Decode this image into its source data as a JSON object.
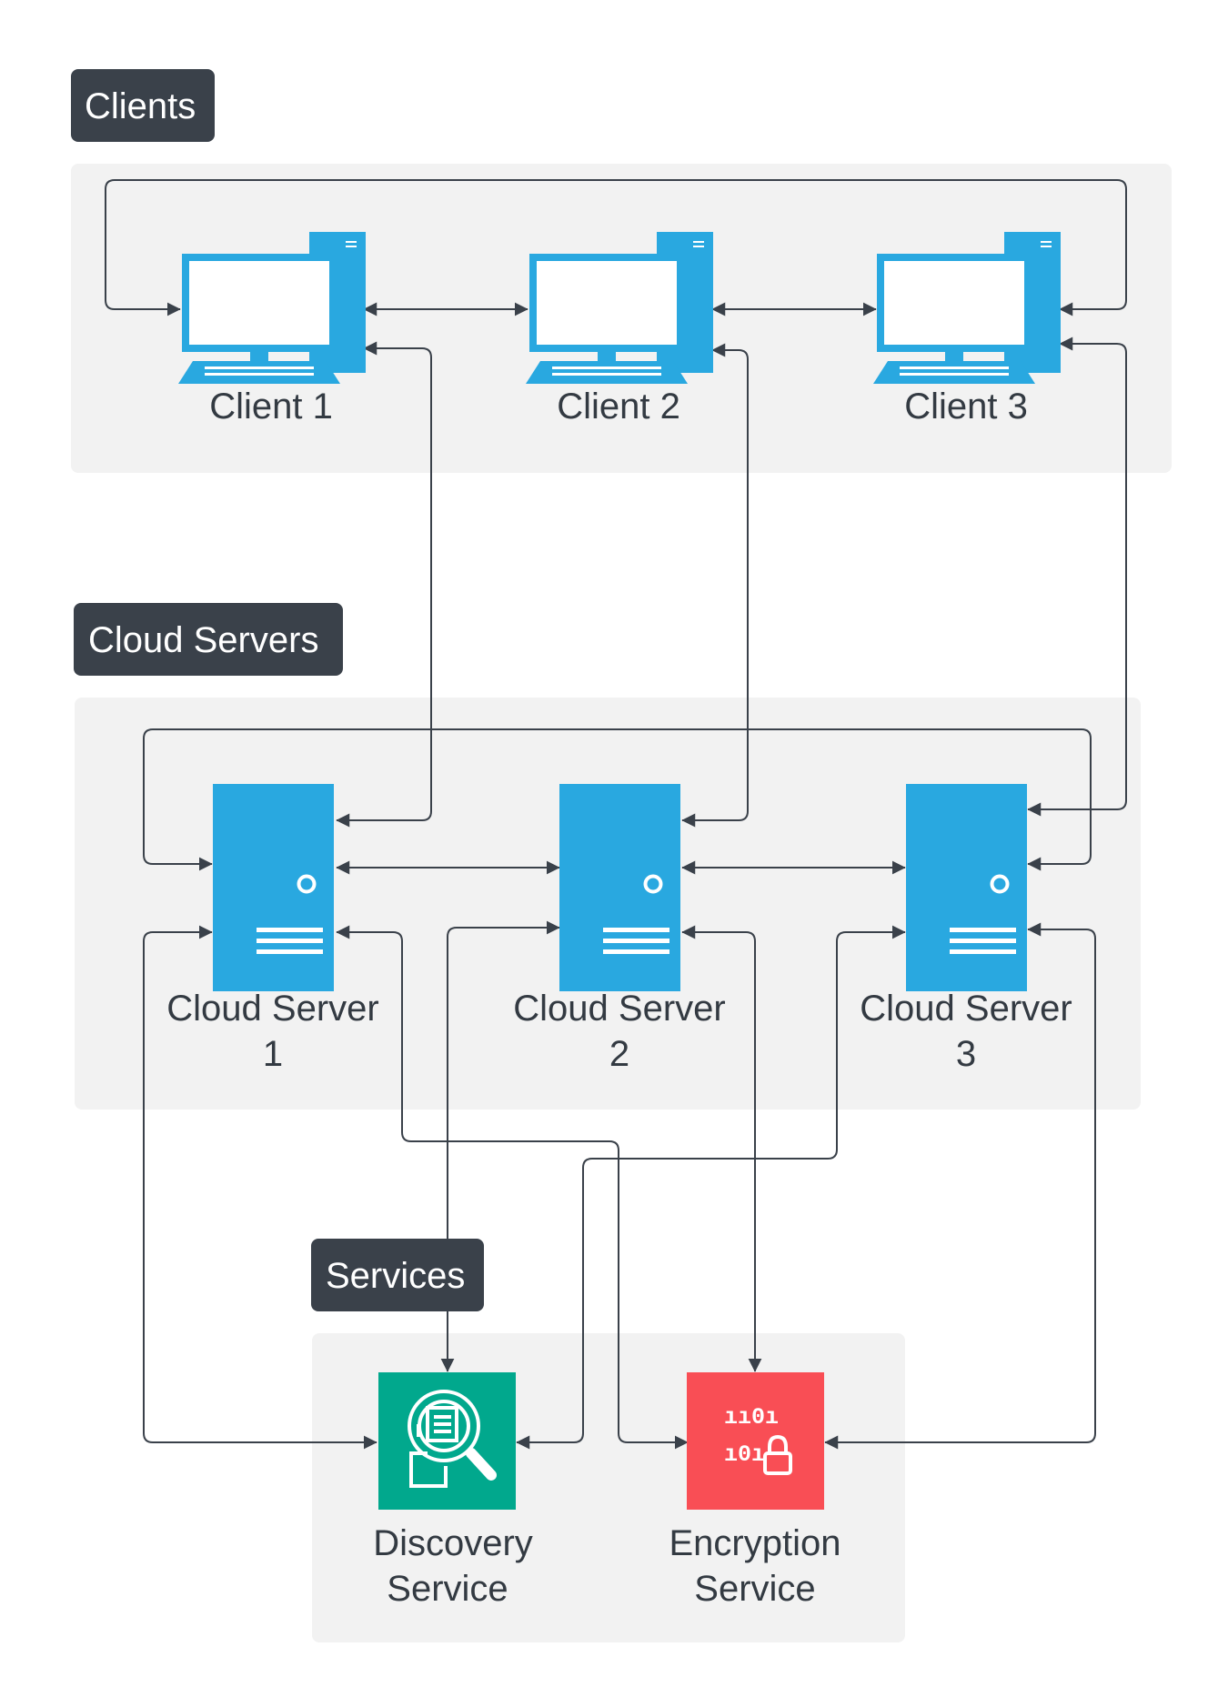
{
  "groups": {
    "clients": "Clients",
    "cloud_servers": "Cloud Servers",
    "services": "Services"
  },
  "clients": {
    "c1": "Client 1",
    "c2": "Client 2",
    "c3": "Client 3"
  },
  "servers": {
    "s1_line1": "Cloud Server",
    "s1_line2": "1",
    "s2_line1": "Cloud Server",
    "s2_line2": "2",
    "s3_line1": "Cloud Server",
    "s3_line2": "3"
  },
  "services": {
    "discovery_line1": "Discovery",
    "discovery_line2": "Service",
    "encryption_line1": "Encryption",
    "encryption_line2": "Service"
  },
  "colors": {
    "tag": "#3a414a",
    "panel": "#f2f2f2",
    "device": "#29a8e0",
    "discovery": "#01a88d",
    "encryption": "#f94e55",
    "connector": "#3a414a"
  }
}
